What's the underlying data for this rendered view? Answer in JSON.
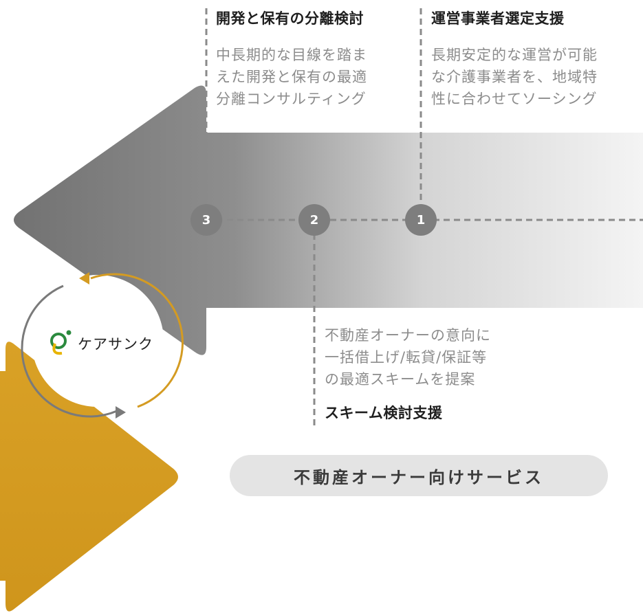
{
  "steps": [
    {
      "number": "1",
      "title": "運営事業者選定支援",
      "description": "長期安定的な運営が可能\nな介護事業者を、地域特\n性に合わせてソーシング"
    },
    {
      "number": "2",
      "title": "スキーム検討支援",
      "description": "不動産オーナーの意向に\n一括借上げ/転貸/保証等\nの最適スキームを提案"
    },
    {
      "number": "3",
      "title": "開発と保有の分離検討",
      "description": "中長期的な目線を踏ま\nえた開発と保有の最適\n分離コンサルティング"
    }
  ],
  "logo": {
    "text": "ケアサンク"
  },
  "service_label": "不動産オーナー向けサービス",
  "colors": {
    "gray_arrow_dark": "#7a7a7a",
    "gray_arrow_light": "#f2f2f2",
    "gold": "#d49b22",
    "step_circle": "#7e7e7e",
    "pill": "#e4e4e4"
  }
}
